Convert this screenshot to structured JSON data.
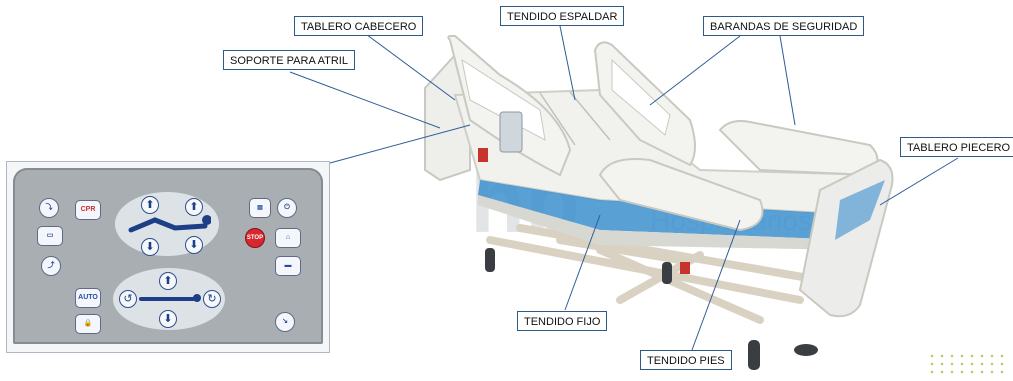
{
  "labels": {
    "tablero_cabecero": "TABLERO CABECERO",
    "tendido_espaldar": "TENDIDO ESPALDAR",
    "barandas_seguridad": "BARANDAS DE SEGURIDAD",
    "soporte_atril": "SOPORTE PARA ATRIL",
    "tablero_piecero": "TABLERO PIECERO",
    "tendido_fijo": "TENDIDO FIJO",
    "tendido_pies": "TENDIDO PIES"
  },
  "control_panel": {
    "cpr_label": "CPR",
    "auto_label": "AUTO",
    "stop_label": "STOP",
    "arrow_up": "⬆",
    "arrow_down": "⬇"
  },
  "colors": {
    "label_border": "#2e5a88",
    "leader_line": "#2f5d95",
    "panel_gray": "#a9aeb3",
    "accent_blue": "#3c8fce",
    "stop_red": "#d6282f"
  }
}
